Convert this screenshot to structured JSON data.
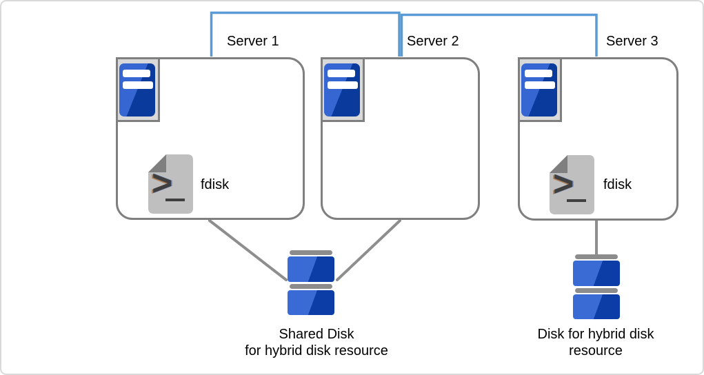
{
  "canvas": {
    "background": "#ffffff",
    "border_color": "#d9d9d9"
  },
  "colors": {
    "network_line": "#5b9bd5",
    "box_border": "#7f7f7f",
    "connector_line": "#8e8e8e",
    "server_chip_bg": "#d9d9d9",
    "server_tower_light": "#3566d1",
    "server_tower_dark": "#0a3a9c",
    "disk_light": "#3a6ad3",
    "disk_dark": "#0c3da6",
    "disk_cap": "#8c8c8c",
    "script_page": "#bfbfbf",
    "script_fold": "#7f7f7f",
    "text": "#000000"
  },
  "servers": [
    {
      "label": "Server 1",
      "tool": "fdisk",
      "icon": "server-tower-icon"
    },
    {
      "label": "Server 2",
      "icon": "server-tower-icon"
    },
    {
      "label": "Server 3",
      "tool": "fdisk",
      "icon": "server-tower-icon"
    }
  ],
  "disks": [
    {
      "caption_line1": "Shared Disk",
      "caption_line2": "for hybrid disk resource",
      "icon": "disk-stack-icon"
    },
    {
      "caption_line1": "Disk for hybrid disk",
      "caption_line2": "resource",
      "icon": "disk-stack-icon"
    }
  ],
  "icons": {
    "prompt_glyph": ">",
    "script_icon": "shell-script-icon",
    "server_icon": "server-tower-icon",
    "disk_icon": "disk-stack-icon"
  }
}
